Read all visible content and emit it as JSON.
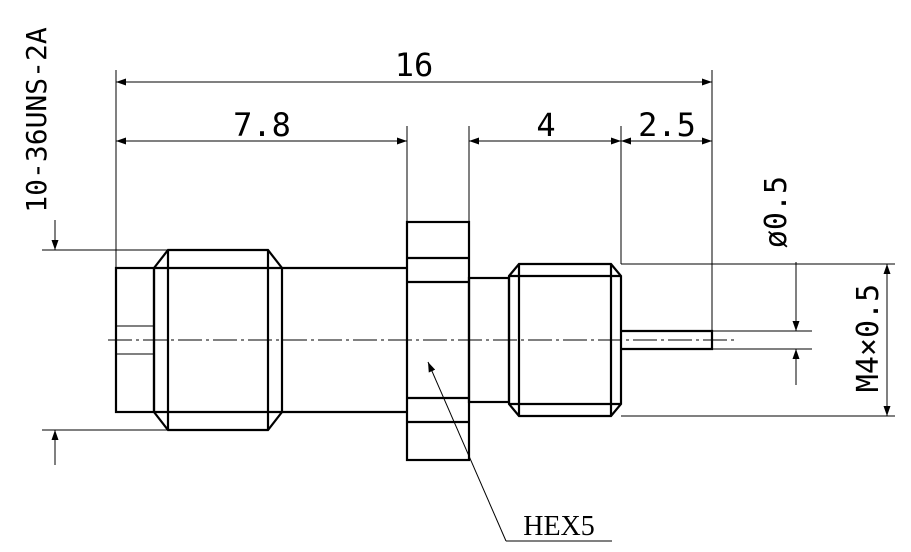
{
  "drawing": {
    "ink_color": "#000000",
    "background": "#ffffff",
    "dimensions": {
      "overall_length": "16",
      "body_length": "7.8",
      "thread_length": "4",
      "pin_length": "2.5",
      "pin_diameter": "ø0.5",
      "rear_thread": "M4×0.5",
      "front_thread": "10-36UNS-2A"
    },
    "labels": {
      "hex": "HEX5"
    }
  }
}
